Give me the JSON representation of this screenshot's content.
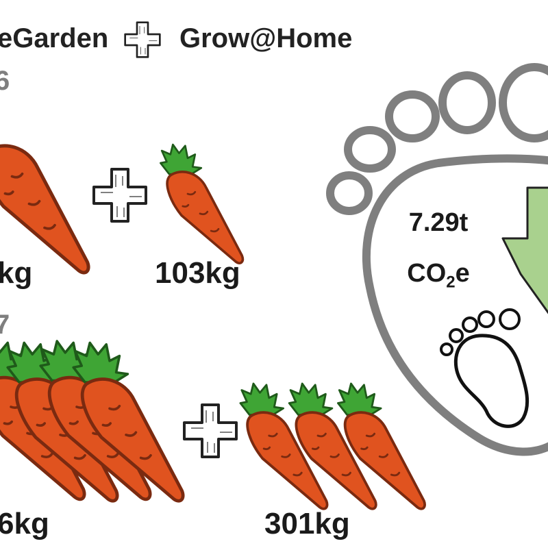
{
  "header": {
    "left_brand": "eGarden",
    "right_brand": "Grow@Home"
  },
  "rows": [
    {
      "year": "6",
      "left_amount": "kg",
      "right_amount": "103kg"
    },
    {
      "year": "7",
      "left_amount": "6kg",
      "right_amount": "301kg"
    }
  ],
  "footprint": {
    "amount": "7.29t",
    "unit_prefix": "CO",
    "unit_sub": "2",
    "unit_suffix": "e"
  },
  "colors": {
    "carrot": "#e0531f",
    "carrot_outline": "#7a2a10",
    "leaf": "#3fa535",
    "footprint": "#7f7f7f",
    "arrow": "#a9d18e"
  },
  "icons": [
    "plus-icon",
    "carrot-icon",
    "footprint-icon",
    "baby-foot-icon",
    "down-arrow-icon"
  ]
}
